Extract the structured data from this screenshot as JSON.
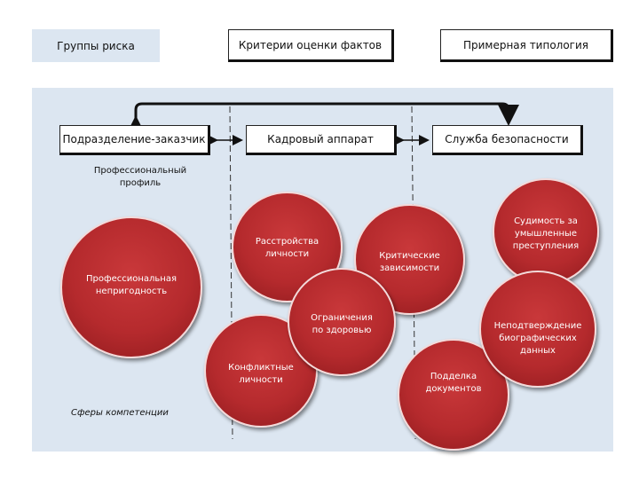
{
  "tabs": {
    "risk_groups": "Группы риска",
    "criteria": "Критерии оценки фактов",
    "typology": "Примерная типология"
  },
  "units": {
    "client": "Подразделение-заказчик",
    "hr": "Кадровый аппарат",
    "security": "Служба безопасности"
  },
  "labels": {
    "professional_profile": "Профессиональный\nпрофиль",
    "competence_spheres": "Сферы компетенции"
  },
  "bubbles": {
    "unfitness": "Профессиональная\nнепригодность",
    "personality_disorders": "Расстройства\nличности",
    "critical_dependencies": "Критические\nзависимости",
    "criminal_record": "Судимость за\nумышленные\nпреступления",
    "health_limits": "Ограничения\nпо здоровью",
    "unconfirmed_bio": "Неподтверждение\nбиографических\nданных",
    "conflict_personalities": "Конфликтные\nличности",
    "forged_docs": "Подделка\nдокументов"
  },
  "colors": {
    "panel": "#dce6f1",
    "bubble": "#b52a2d"
  }
}
